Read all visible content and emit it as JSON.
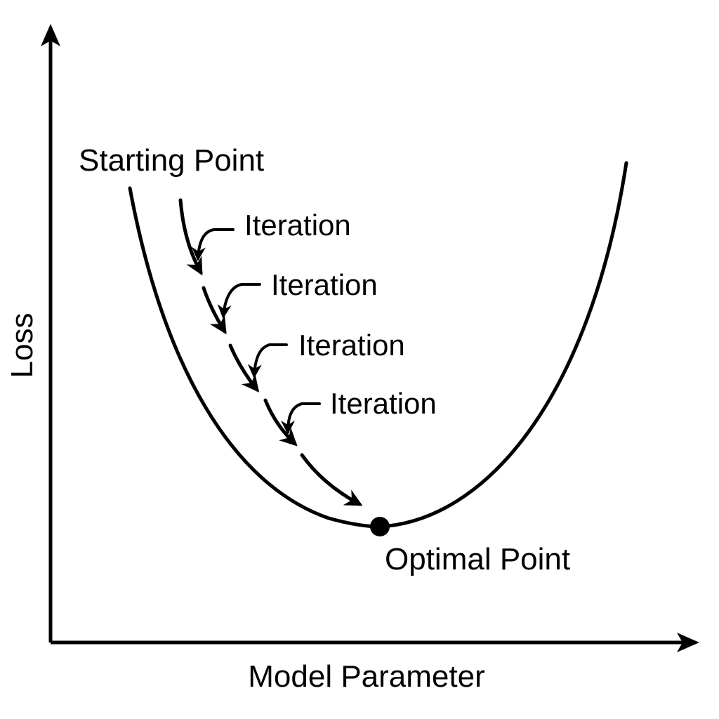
{
  "labels": {
    "starting_point": "Starting Point",
    "optimal_point": "Optimal Point",
    "x_axis": "Model Parameter",
    "y_axis": "Loss",
    "iterations": [
      "Iteration",
      "Iteration",
      "Iteration",
      "Iteration"
    ]
  },
  "colors": {
    "ink": "#000000",
    "background": "#ffffff"
  }
}
